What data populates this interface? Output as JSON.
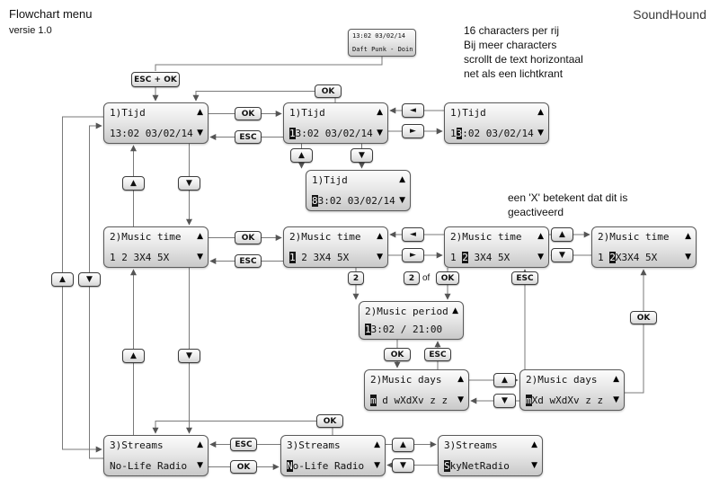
{
  "header": {
    "title": "Flowchart menu",
    "version": "versie 1.0",
    "brand": "SoundHound"
  },
  "notes": {
    "scroll_note": [
      "16 characters per rij",
      "Bij meer characters",
      "scrollt de text horizontaal",
      "net als een lichtkrant"
    ],
    "x_note": [
      "een 'X' betekent dat dit is",
      "geactiveerd"
    ]
  },
  "buttons": {
    "ok": "OK",
    "esc": "ESC",
    "esc_ok": "ESC + OK",
    "two": "2",
    "of": "of",
    "up": "▲",
    "down": "▼",
    "left": "◄",
    "right": "►"
  },
  "displays": {
    "clock": {
      "line1": "13:02 03/02/14",
      "pre": "Daft Punk - Doin",
      "inv": "",
      "post": "",
      "up_icon": "",
      "down_icon": ""
    },
    "tijd_main": {
      "line1": "1)Tijd",
      "pre": "13:02 03/02/14",
      "inv": "",
      "post": "",
      "up_icon": "▲",
      "down_icon": "▼"
    },
    "tijd_edit_1": {
      "line1": "1)Tijd",
      "pre": "",
      "inv": "1",
      "post": "3:02 03/02/14",
      "up_icon": "▲",
      "down_icon": "▼"
    },
    "tijd_edit_2": {
      "line1": "1)Tijd",
      "pre": "1",
      "inv": "3",
      "post": ":02 03/02/14",
      "up_icon": "▲",
      "down_icon": "▼"
    },
    "tijd_edit_3": {
      "line1": "1)Tijd",
      "pre": "",
      "inv": "8",
      "post": "3:02 03/02/14",
      "up_icon": "▲",
      "down_icon": "▼"
    },
    "music_main": {
      "line1": "2)Music time",
      "pre": "1 2 3X4 5X",
      "inv": "",
      "post": "",
      "up_icon": "▲",
      "down_icon": "▼"
    },
    "music_edit_1": {
      "line1": "2)Music time",
      "pre": "",
      "inv": "1",
      "post": " 2 3X4 5X",
      "up_icon": "▲",
      "down_icon": "▼"
    },
    "music_edit_2": {
      "line1": "2)Music time",
      "pre": "1 ",
      "inv": "2",
      "post": " 3X4 5X",
      "up_icon": "▲",
      "down_icon": "▼"
    },
    "music_edit_3": {
      "line1": "2)Music time",
      "pre": "1 ",
      "inv": "2",
      "post": "X3X4 5X",
      "up_icon": "▲",
      "down_icon": "▼"
    },
    "period": {
      "line1": "2)Music period",
      "pre": "",
      "inv": "1",
      "post": "3:02 / 21:00",
      "up_icon": "▲",
      "down_icon": ""
    },
    "days_1": {
      "line1": "2)Music days",
      "pre": "",
      "inv": "m",
      "post": " d wXdXv z z",
      "up_icon": "▲",
      "down_icon": "▼"
    },
    "days_2": {
      "line1": "2)Music days",
      "pre": "",
      "inv": "m",
      "post": "Xd wXdXv z z",
      "up_icon": "▲",
      "down_icon": "▼"
    },
    "streams_main": {
      "line1": "3)Streams",
      "pre": "No-Life Radio",
      "inv": "",
      "post": "",
      "up_icon": "▲",
      "down_icon": "▼"
    },
    "streams_edit_1": {
      "line1": "3)Streams",
      "pre": "",
      "inv": "N",
      "post": "o-Life Radio",
      "up_icon": "▲",
      "down_icon": "▼"
    },
    "streams_edit_2": {
      "line1": "3)Streams",
      "pre": "",
      "inv": "S",
      "post": "kyNetRadio",
      "up_icon": "▲",
      "down_icon": "▼"
    }
  }
}
